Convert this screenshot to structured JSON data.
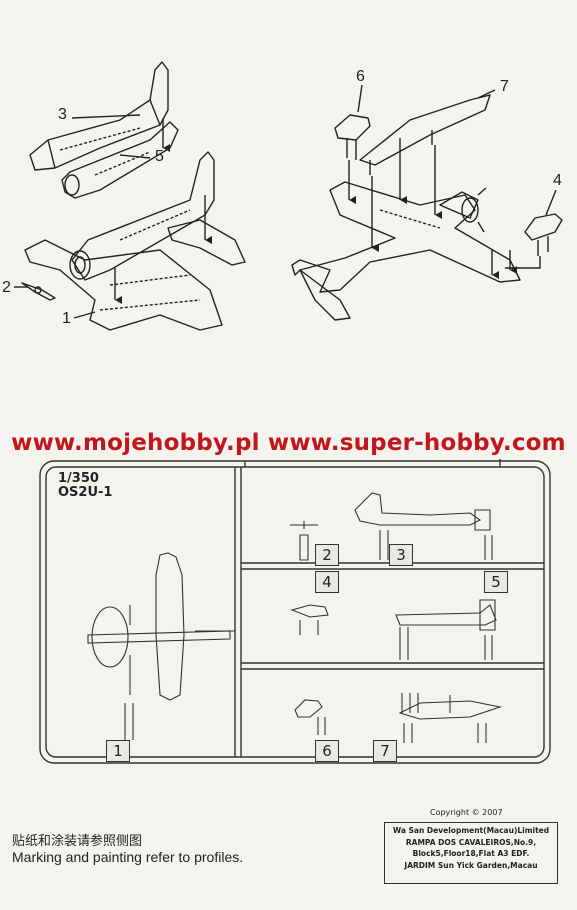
{
  "assembly": {
    "left_callouts": [
      "3",
      "5",
      "2",
      "1"
    ],
    "right_callouts": [
      "6",
      "7",
      "4"
    ]
  },
  "watermark": "www.mojehobby.pl www.super-hobby.com",
  "sprue": {
    "scale": "1/350",
    "model": "OS2U-1",
    "parts": [
      "1",
      "2",
      "3",
      "4",
      "5",
      "6",
      "7"
    ]
  },
  "footer": {
    "copyright": "Copyright © 2007",
    "address_lines": [
      "Wa San Development(Macau)Limited",
      "RAMPA DOS CAVALEIROS,No.9,",
      "Block5,Floor18,Flat A3 EDF.",
      "JARDIM Sun Yick Garden,Macau"
    ],
    "note_cn": "贴纸和涂装请参照侧图",
    "note_en": "Marking and painting refer to profiles."
  }
}
